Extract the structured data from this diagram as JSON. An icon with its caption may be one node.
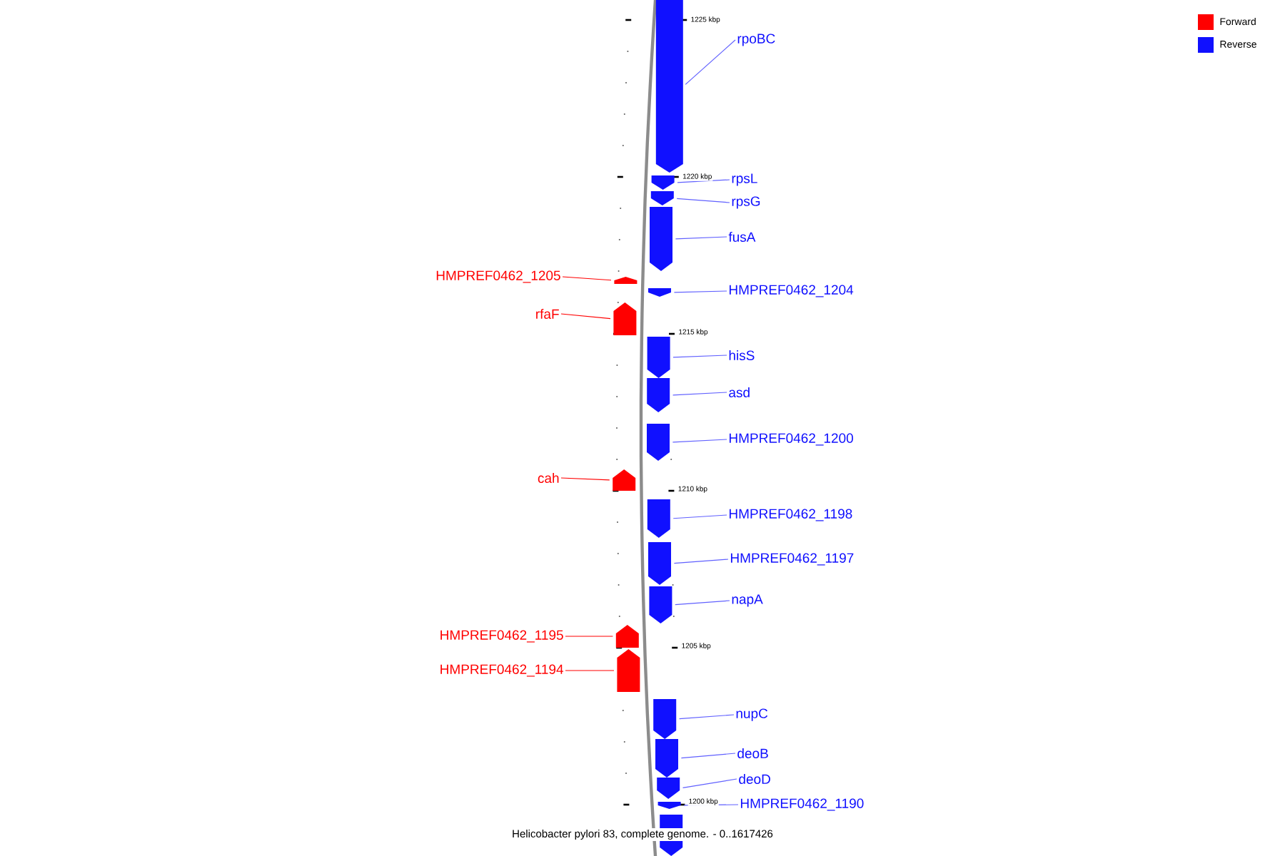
{
  "diagram": {
    "caption": "Helicobacter pylori 83, complete genome. - 0..1617426",
    "nodes": [
      {
        "text": [
          "rpoBC"
        ]
      },
      {
        "text": [],
        "shape": "bar"
      },
      {
        "text": [
          "rpsL"
        ]
      },
      {
        "text": [],
        "shape": "bar"
      },
      {
        "text": [
          "rpsG"
        ]
      },
      {
        "text": [],
        "shape": "bar"
      },
      {
        "text": [
          "fusA"
        ]
      },
      {
        "text": [],
        "shape": "bar"
      },
      {
        "text": [
          "HMPREF0462_1205"
        ]
      },
      {
        "text": [],
        "shape": "bar"
      },
      {
        "text": [
          "HMPREF0462_1204"
        ]
      },
      {
        "text": [],
        "shape": "bar"
      },
      {
        "text": [
          "rfaF"
        ]
      },
      {
        "text": [],
        "shape": "bar"
      },
      {
        "text": [
          "hisS"
        ]
      },
      {
        "text": [],
        "shape": "bar"
      },
      {
        "text": [
          "asd"
        ]
      },
      {
        "text": [],
        "shape": "bar"
      },
      {
        "text": [
          "HMPREF0462_1200"
        ]
      },
      {
        "text": [],
        "shape": "bar"
      },
      {
        "text": [
          "cah"
        ]
      },
      {
        "text": [],
        "shape": "bar"
      },
      {
        "text": [
          "HMPREF0462_1198"
        ]
      },
      {
        "text": [],
        "shape": "bar"
      },
      {
        "text": [
          "HMPREF0462_1197"
        ]
      },
      {
        "text": [],
        "shape": "bar"
      },
      {
        "text": [
          "napA"
        ]
      },
      {
        "text": [],
        "shape": "bar"
      },
      {
        "text": [
          "HMPREF0462_1195"
        ]
      },
      {
        "text": [],
        "shape": "bar"
      },
      {
        "text": [
          "HMPREF0462_1194"
        ]
      },
      {
        "text": [],
        "shape": "bar"
      },
      {
        "text": [
          "nupC"
        ]
      },
      {
        "text": [],
        "shape": "bar"
      },
      {
        "text": [
          "deoB"
        ]
      },
      {
        "text": [],
        "shape": "bar"
      },
      {
        "text": [
          "deoD"
        ]
      },
      {
        "text": [],
        "shape": "bar"
      },
      {
        "text": [
          "HMPREF0462_1190"
        ]
      },
      {
        "text": [],
        "shape": "bar"
      },
      {
        "text": [],
        "shape": "bar"
      }
    ],
    "edges": [
      {
        "from": 0,
        "to": 1,
        "arrow": "none"
      },
      {
        "from": 2,
        "to": 3,
        "arrow": "none"
      },
      {
        "from": 4,
        "to": 5,
        "arrow": "none"
      },
      {
        "from": 6,
        "to": 7,
        "arrow": "none"
      },
      {
        "from": 8,
        "to": 9,
        "arrow": "none",
        "color": "#ff0000"
      },
      {
        "from": 10,
        "to": 11,
        "arrow": "none"
      },
      {
        "from": 12,
        "to": 13,
        "arrow": "none",
        "color": "#ff0000"
      },
      {
        "from": 14,
        "to": 15,
        "arrow": "none"
      },
      {
        "from": 16,
        "to": 17,
        "arrow": "none"
      },
      {
        "from": 18,
        "to": 19,
        "arrow": "none"
      },
      {
        "from": 20,
        "to": 21,
        "arrow": "none",
        "color": "#ff0000"
      },
      {
        "from": 22,
        "to": 23,
        "arrow": "none"
      },
      {
        "from": 24,
        "to": 25,
        "arrow": "none"
      },
      {
        "from": 26,
        "to": 27,
        "arrow": "none"
      },
      {
        "from": 28,
        "to": 29,
        "arrow": "none",
        "color": "#ff0000"
      },
      {
        "from": 30,
        "to": 31,
        "arrow": "none",
        "color": "#ff0000"
      },
      {
        "from": 32,
        "to": 33,
        "arrow": "none"
      },
      {
        "from": 34,
        "to": 35,
        "arrow": "none"
      },
      {
        "from": 36,
        "to": 37,
        "arrow": "none"
      },
      {
        "from": 38,
        "to": 39,
        "arrow": "none"
      }
    ],
    "labels": [
      "1225 kbp",
      "1220 kbp",
      "1215 kbp",
      "1210 kbp",
      "1205 kbp",
      "1200 kbp"
    ],
    "legend": [
      {
        "text": "Forward",
        "color": "#ff0000"
      },
      {
        "text": "Reverse",
        "color": "#1010ff"
      }
    ]
  }
}
